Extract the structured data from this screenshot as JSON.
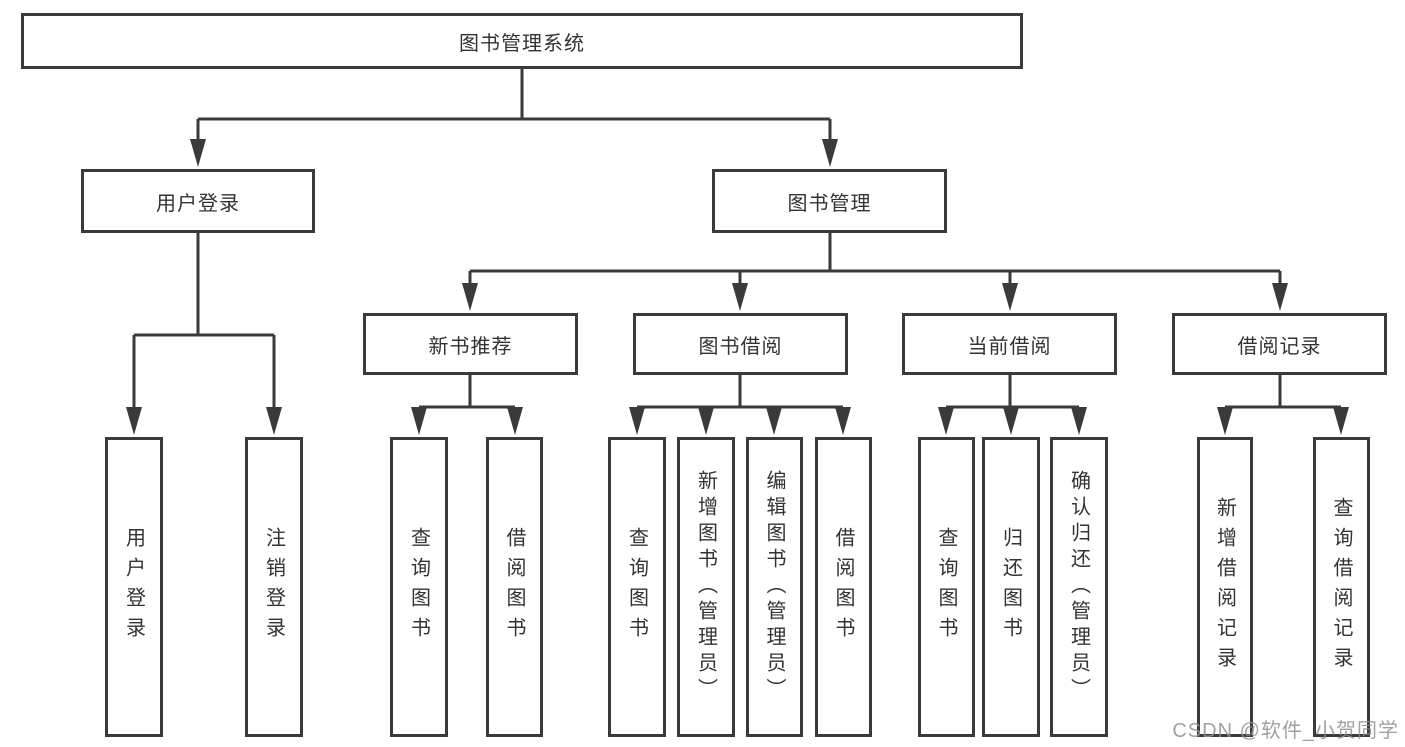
{
  "diagram": {
    "title_node": {
      "label": "图书管理系统"
    },
    "level2": {
      "user_login": {
        "label": "用户登录"
      },
      "book_mgmt": {
        "label": "图书管理"
      }
    },
    "level3": {
      "new_book_rec": {
        "label": "新书推荐"
      },
      "book_borrow": {
        "label": "图书借阅"
      },
      "current_borrow": {
        "label": "当前借阅"
      },
      "borrow_records": {
        "label": "借阅记录"
      }
    },
    "leaves": {
      "user_login_action": "用户登录",
      "logout_action": "注销登录",
      "nb_query_books": "查询图书",
      "nb_borrow_books": "借阅图书",
      "bb_query_books": "查询图书",
      "bb_add_books": "新增图书（管理员）",
      "bb_edit_books": "编辑图书（管理员）",
      "bb_borrow_books": "借阅图书",
      "cb_query_books": "查询图书",
      "cb_return_books": "归还图书",
      "cb_confirm_return": "确认归还（管理员）",
      "br_add_record": "新增借阅记录",
      "br_query_record": "查询借阅记录"
    }
  },
  "watermark": {
    "text": "CSDN @软件_小贺同学"
  },
  "colors": {
    "line": "#3a3a3a",
    "text": "#333333",
    "background": "#ffffff",
    "watermark": "#919191"
  }
}
